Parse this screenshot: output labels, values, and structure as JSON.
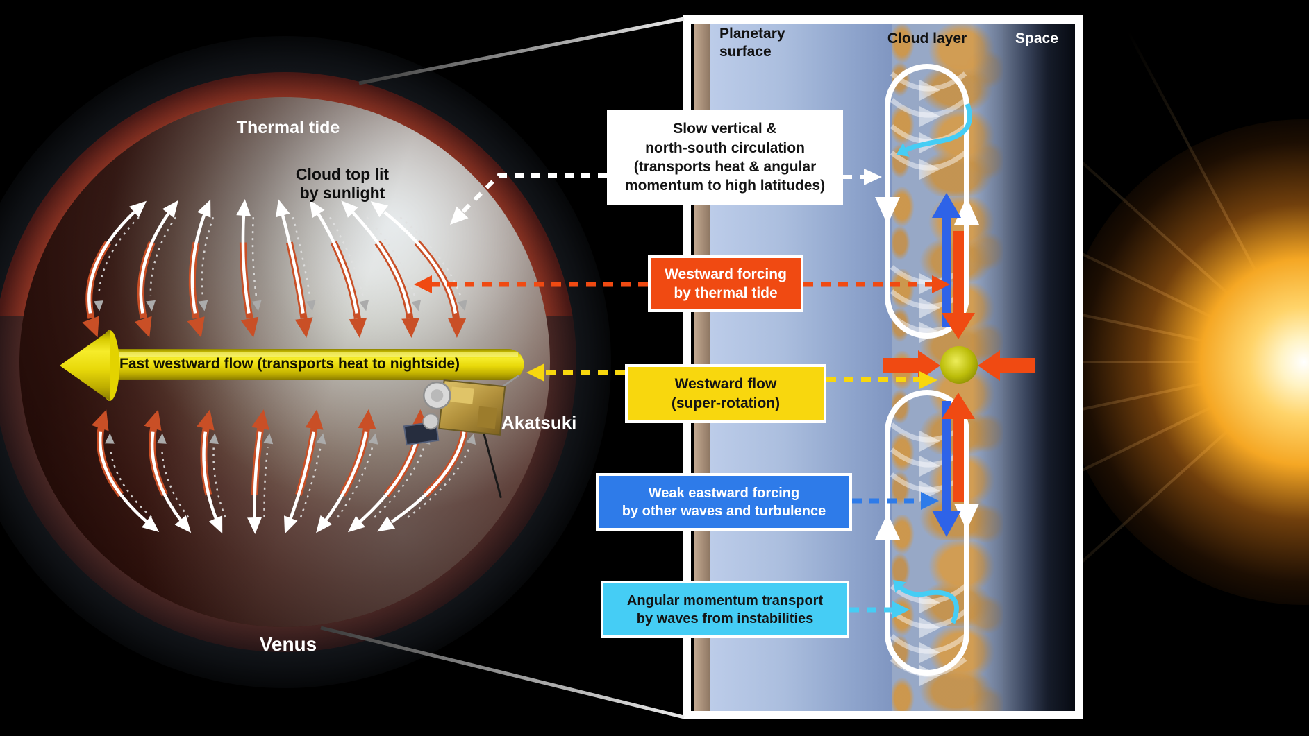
{
  "left_scene": {
    "thermal_tide": "Thermal tide",
    "cloud_top_line1": "Cloud top lit",
    "cloud_top_line2": "by sunlight",
    "fast_flow": "Fast westward flow (transports heat to nightside)",
    "akatsuki": "Akatsuki",
    "venus": "Venus"
  },
  "panel": {
    "surface_line1": "Planetary",
    "surface_line2": "surface",
    "cloud_layer": "Cloud layer",
    "space": "Space"
  },
  "callouts": {
    "circulation": {
      "line1": "Slow vertical &",
      "line2": "north-south circulation",
      "line3": "(transports heat & angular",
      "line4": "momentum to high latitudes)"
    },
    "westward_forcing": {
      "line1": "Westward forcing",
      "line2": "by thermal tide"
    },
    "westward_flow": {
      "line1": "Westward flow",
      "line2": "(super-rotation)"
    },
    "eastward_forcing": {
      "line1": "Weak eastward forcing",
      "line2": "by other waves and turbulence"
    },
    "momentum_transport": {
      "line1": "Angular momentum transport",
      "line2": "by waves from instabilities"
    }
  },
  "colors": {
    "westward_forcing_bg": "#F04A12",
    "westward_flow_bg": "#F8D70E",
    "eastward_forcing_bg": "#2E7BE9",
    "momentum_transport_bg": "#45CDF5",
    "circulation_bg": "#FFFFFF",
    "superrotation_arrow": "#E8D60A",
    "venus_meridional_arrow": "#C94F26",
    "panel_upward_arrow_blue": "#2E63E8",
    "panel_downward_arrow_orange": "#F04A12",
    "instability_wave_cyan": "#45CDF5"
  }
}
